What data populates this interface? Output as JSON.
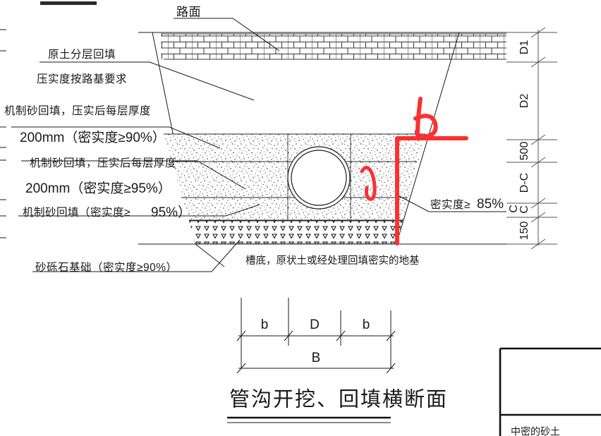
{
  "drawing": {
    "title": "管沟开挖、回填横断面",
    "top_label": "路面"
  },
  "left_labels": [
    {
      "id": "l1",
      "text": "原土分层回填"
    },
    {
      "id": "l2",
      "text": "压实度按路基要求"
    },
    {
      "id": "l3",
      "text": "机制砂回填，压实后每层厚度"
    },
    {
      "id": "l4",
      "text": "200mm（密实度≥90%）"
    },
    {
      "id": "l5",
      "text": "机制砂回填，压实后每层厚度"
    },
    {
      "id": "l6",
      "text": "200mm（密实度≥95%）"
    },
    {
      "id": "l7a",
      "text": "机制砂回填（密实度≥"
    },
    {
      "id": "l7b",
      "text": "95%）"
    },
    {
      "id": "l8",
      "text": "砂砾石基础（密实度≥90%）"
    }
  ],
  "right_labels": [
    {
      "id": "r1",
      "text": "密实度≥"
    },
    {
      "id": "r2",
      "text": "85%"
    }
  ],
  "base_caption": "槽底，原状土或经处理回填密实的地基",
  "vertical_dims": [
    {
      "id": "d1",
      "text": "D1"
    },
    {
      "id": "d2",
      "text": "D2"
    },
    {
      "id": "d3",
      "text": "500"
    },
    {
      "id": "d4",
      "text": "D-C"
    },
    {
      "id": "d5",
      "text": "150"
    },
    {
      "id": "d6",
      "text": "C"
    },
    {
      "id": "d7",
      "text": "C"
    }
  ],
  "bottom_dims": {
    "b_left": "b",
    "d_mid": "D",
    "b_right": "b",
    "b_total": "B"
  },
  "corner_note": "中密的砂土",
  "colors": {
    "line": "#1a1a1a",
    "dim": "#555555",
    "annotation_red": "#fc3030",
    "background": "#ffffff"
  }
}
